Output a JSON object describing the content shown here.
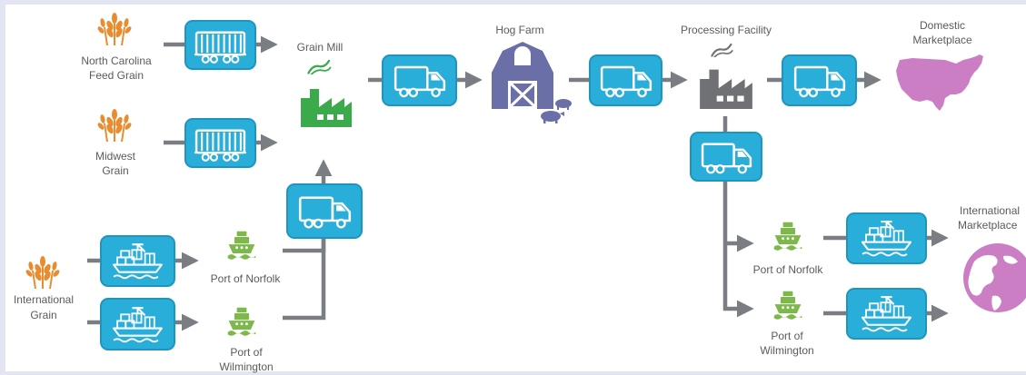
{
  "colors": {
    "background": "#ffffff",
    "frame": "#e3e6f2",
    "transport_box": "#29aed9",
    "transport_box_border": "#1f95bd",
    "arrow": "#7a7e82",
    "grain": "#e88d2f",
    "grain_mill": "#3aaa4a",
    "hog_farm": "#6b6fa8",
    "processing_facility": "#6f7174",
    "port_ship": "#7cb84a",
    "marketplace": "#cb7ec4",
    "label_text": "#5b5b5b"
  },
  "sources": {
    "nc_feed_grain": {
      "label_lines": [
        "North Carolina",
        "Feed Grain"
      ],
      "icon": "wheat-icon"
    },
    "midwest_grain": {
      "label_lines": [
        "Midwest",
        "Grain"
      ],
      "icon": "wheat-icon"
    },
    "international_grain": {
      "label_lines": [
        "International",
        "Grain"
      ],
      "icon": "wheat-icon"
    }
  },
  "facilities": {
    "grain_mill": {
      "label": "Grain Mill",
      "icon": "factory-icon"
    },
    "hog_farm": {
      "label": "Hog Farm",
      "icon": "barn-icon"
    },
    "processing_facility": {
      "label": "Processing Facility",
      "icon": "factory-icon"
    }
  },
  "import_ports": {
    "norfolk": {
      "label_lines": [
        "Port of Norfolk"
      ],
      "icon": "ship-icon"
    },
    "wilmington": {
      "label_lines": [
        "Port of",
        "Wilmington"
      ],
      "icon": "ship-icon"
    }
  },
  "export_ports": {
    "norfolk": {
      "label_lines": [
        "Port of Norfolk"
      ],
      "icon": "ship-icon"
    },
    "wilmington": {
      "label_lines": [
        "Port of",
        "Wilmington"
      ],
      "icon": "ship-icon"
    }
  },
  "markets": {
    "domestic": {
      "label_lines": [
        "Domestic",
        "Marketplace"
      ],
      "icon": "usa-map-icon"
    },
    "international": {
      "label_lines": [
        "International",
        "Marketplace"
      ],
      "icon": "globe-icon"
    }
  },
  "transport_icons": {
    "rail": "rail-car-icon",
    "truck": "truck-icon",
    "cargo_ship": "cargo-ship-icon"
  }
}
